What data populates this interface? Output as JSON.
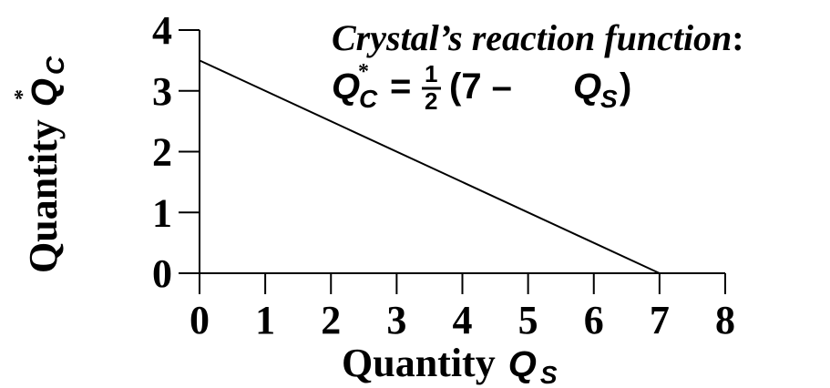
{
  "chart_data": {
    "type": "line",
    "x_axis": {
      "label_word": "Quantity",
      "label_var": "Q",
      "label_sub": "S",
      "ticks": [
        0,
        1,
        2,
        3,
        4,
        5,
        6,
        7,
        8
      ],
      "range": [
        0,
        8
      ]
    },
    "y_axis": {
      "label_word": "Quantity",
      "label_var": "Q",
      "label_sub": "C",
      "label_star": "*",
      "ticks": [
        0,
        1,
        2,
        3,
        4
      ],
      "range": [
        0,
        4
      ]
    },
    "series": [
      {
        "x": [
          0,
          7
        ],
        "y": [
          3.5,
          0
        ]
      }
    ],
    "annotation": {
      "title": "Crystal’s reaction function",
      "colon": ":",
      "eq_var": "Q",
      "eq_sub": "C",
      "eq_star": "*",
      "eq_equals": "=",
      "eq_frac_num": "1",
      "eq_frac_den": "2",
      "eq_open": "(7 –",
      "eq_var2": "Q",
      "eq_sub2": "S",
      "eq_close": ")"
    },
    "grid": false,
    "colors": {
      "line": "#000000",
      "axis": "#000000"
    }
  }
}
